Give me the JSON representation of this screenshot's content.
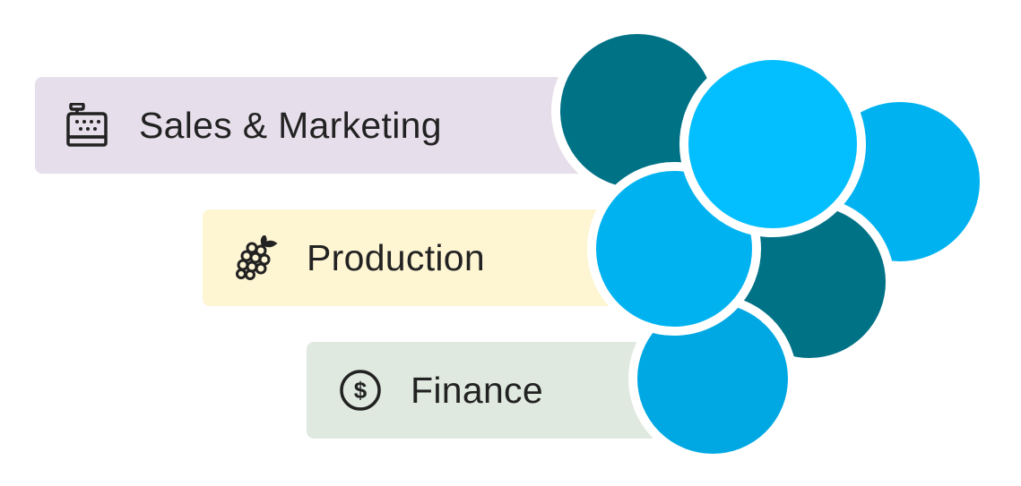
{
  "departments": [
    {
      "label": "Sales & Marketing",
      "icon": "cash-register-icon",
      "color": "#E6DEEA"
    },
    {
      "label": "Production",
      "icon": "grapes-icon",
      "color": "#FEF5D3"
    },
    {
      "label": "Finance",
      "icon": "dollar-circle-icon",
      "color": "#DFE9DF"
    }
  ],
  "colors": {
    "dark_teal": "#007286",
    "bright_blue": "#04BFFF",
    "blue": "#00B3F0",
    "deep_blue": "#00A8E3",
    "text": "#222222"
  }
}
